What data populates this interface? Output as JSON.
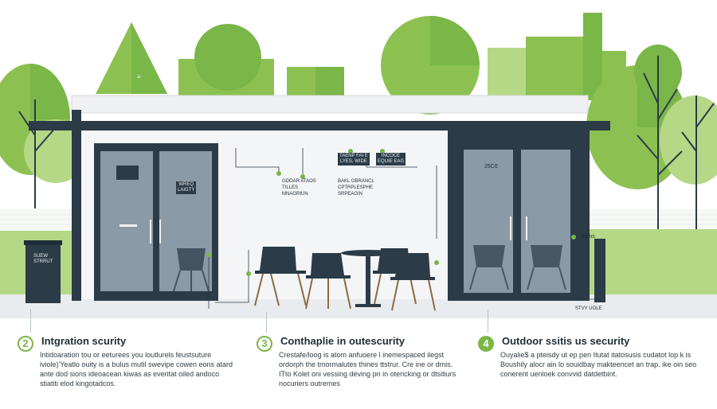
{
  "colors": {
    "accent_green": "#7ab648",
    "dark_navy": "#2b3b47",
    "tree_green": "#8cc152",
    "light_green": "#b5d887"
  },
  "scene": {
    "tree_tag": "ঌ",
    "trash_bin_label": "SUEW\nSTRRUT",
    "left_door_sign": "WREQ\nLAIGTY",
    "left_window_tag": "",
    "right_window_tag": "25C6",
    "top_sign_left": "TAENP FAI E\nLYES, WIDE",
    "top_sign_right": "INCOCE\nEQUIE EAG",
    "callout_left": "GDOAR ATAOS\nTILLES\nMNAGRIUN",
    "callout_right": "BAKL OBRANCL\nCPTRPLESPHE\nSRPEAGIN",
    "right_pole_label": "elens",
    "bottom_right_label": "STVY UOLE"
  },
  "sections": [
    {
      "number": "2",
      "title": "Intgration scurity",
      "body": "Intidoaration tou or eeturees you loutlurels feustsuture iviole)'Yeatlo ouity is a bulus mutil swevipe cowen eons atard ante dod sions ideoacean kiwas as everitat oiled andoco stiatiti elod kingotadcos."
    },
    {
      "number": "3",
      "title": "Conthaplie in outescurity",
      "body": "Crestafe/loog is atom anfuoere l inemespaced ilegst ordorph the tmormalutes thines ttstrur. Cre ine or dmis. ITto Kolet oni vessing deving pn in otericking or dtsitiurs nocuriers outremes"
    },
    {
      "number": "4",
      "title": "Outdoor ssitis us security",
      "body": "Ouyalie$ a pteisdy ut ep pen Itutat itatosusis cudatot lop k is Boushily alocr ain lo souidbay makteencet an trap. ike oin seo conerent uenloek convvid datdetbint."
    }
  ]
}
